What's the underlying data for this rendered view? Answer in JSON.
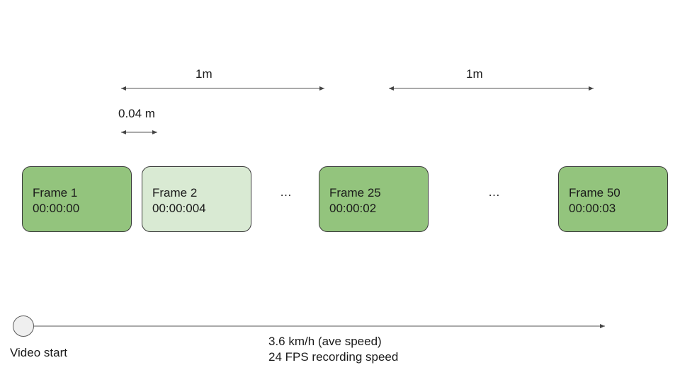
{
  "measurements": {
    "segment_1_label": "1m",
    "segment_2_label": "1m",
    "frame_gap_label": "0.04 m"
  },
  "frames": [
    {
      "name": "Frame 1",
      "time": "00:00:00",
      "color": "#93c47d"
    },
    {
      "name": "Frame 2",
      "time": "00:00:004",
      "color": "#d9ead3"
    },
    {
      "name": "Frame 25",
      "time": "00:00:02",
      "color": "#93c47d"
    },
    {
      "name": "Frame 50",
      "time": "00:00:03",
      "color": "#93c47d"
    }
  ],
  "ellipsis": [
    "…",
    "…"
  ],
  "timeline": {
    "start_label": "Video start",
    "speed_label": "3.6 km/h (ave speed)",
    "fps_label": "24 FPS recording speed"
  }
}
